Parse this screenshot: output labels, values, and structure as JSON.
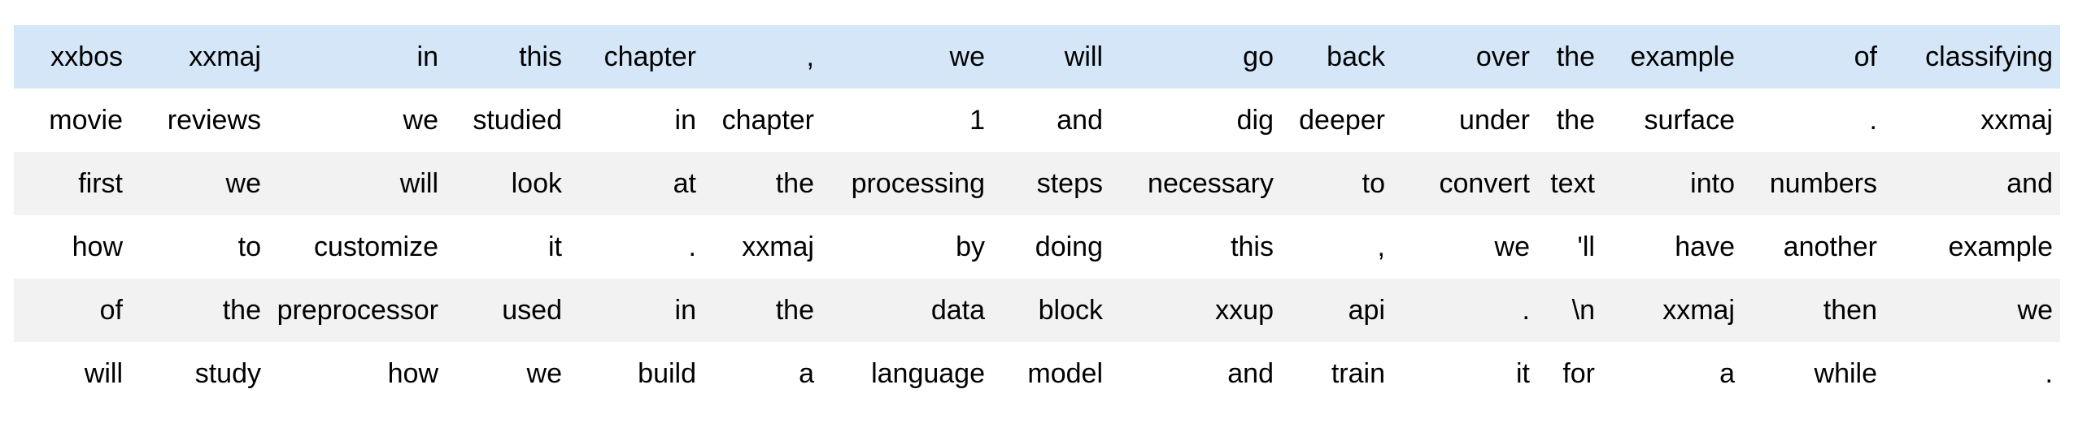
{
  "table": {
    "description": "tokenized-text-batch-grid",
    "highlight_row_index": 0,
    "highlight_color": "#d4e6f8",
    "stripe_color": "#f2f2f2",
    "text_color": "#000000",
    "num_rows": 6,
    "num_cols": 15,
    "rows": [
      [
        "xxbos",
        "xxmaj",
        "in",
        "this",
        "chapter",
        ",",
        "we",
        "will",
        "go",
        "back",
        "over",
        "the",
        "example",
        "of",
        "classifying"
      ],
      [
        "movie",
        "reviews",
        "we",
        "studied",
        "in",
        "chapter",
        "1",
        "and",
        "dig",
        "deeper",
        "under",
        "the",
        "surface",
        ".",
        "xxmaj"
      ],
      [
        "first",
        "we",
        "will",
        "look",
        "at",
        "the",
        "processing",
        "steps",
        "necessary",
        "to",
        "convert",
        "text",
        "into",
        "numbers",
        "and"
      ],
      [
        "how",
        "to",
        "customize",
        "it",
        ".",
        "xxmaj",
        "by",
        "doing",
        "this",
        ",",
        "we",
        "'ll",
        "have",
        "another",
        "example"
      ],
      [
        "of",
        "the",
        "preprocessor",
        "used",
        "in",
        "the",
        "data",
        "block",
        "xxup",
        "api",
        ".",
        "\\n",
        "xxmaj",
        "then",
        "we"
      ],
      [
        "will",
        "study",
        "how",
        "we",
        "build",
        "a",
        "language",
        "model",
        "and",
        "train",
        "it",
        "for",
        "a",
        "while",
        "."
      ]
    ]
  }
}
